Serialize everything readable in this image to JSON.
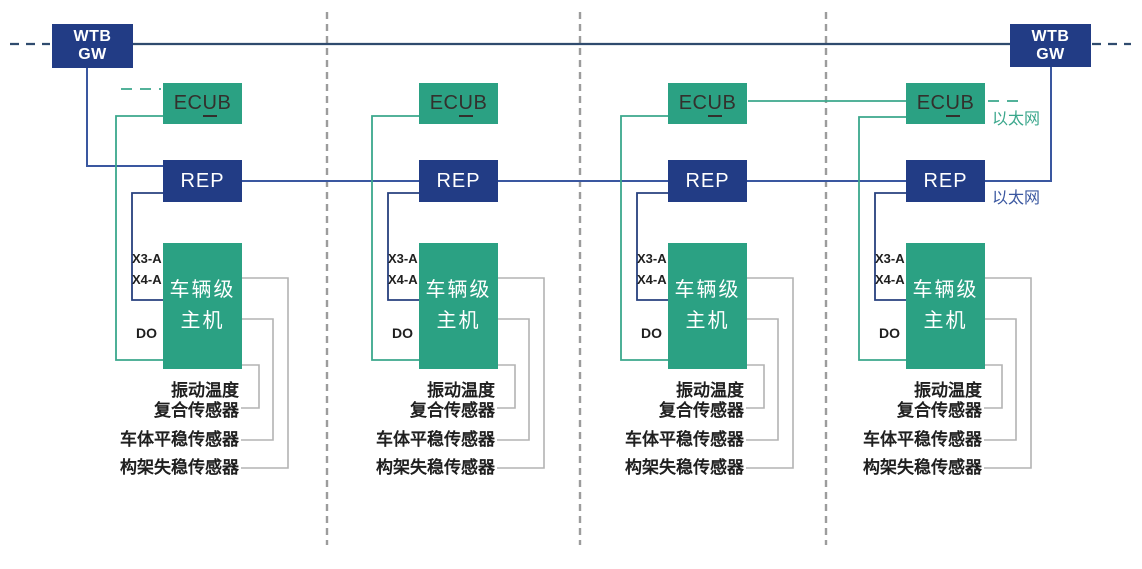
{
  "colors": {
    "navy_box": "#223C85",
    "green_box": "#2BA183",
    "top_bus": "#2F4B6E",
    "rep_bus": "#3A57A0",
    "bracket": "#27407E",
    "green_line": "#3BA78C",
    "gray_line": "#B3B3B3",
    "separator": "#9C9C9C",
    "dark_text": "#1F1F1F",
    "ecub_text": "#33302D",
    "white_text": "#FFFFFF"
  },
  "gateway_left": {
    "line1": "WTB",
    "line2": "GW"
  },
  "gateway_right": {
    "line1": "WTB",
    "line2": "GW"
  },
  "ethernet_green_label": "以太网",
  "ethernet_blue_label": "以太网",
  "cars": [
    {
      "ecub": {
        "pre": "EC",
        "u": "U",
        "post": "B"
      },
      "rep": "REP",
      "host": {
        "line1": "车辆级",
        "line2": "主机"
      },
      "ports": {
        "x3": "X3-A",
        "x4": "X4-A",
        "do": "DO"
      },
      "sensors": {
        "s1_line1": "振动温度",
        "s1_line2": "复合传感器",
        "s2": "车体平稳传感器",
        "s3": "构架失稳传感器"
      }
    },
    {
      "ecub": {
        "pre": "EC",
        "u": "U",
        "post": "B"
      },
      "rep": "REP",
      "host": {
        "line1": "车辆级",
        "line2": "主机"
      },
      "ports": {
        "x3": "X3-A",
        "x4": "X4-A",
        "do": "DO"
      },
      "sensors": {
        "s1_line1": "振动温度",
        "s1_line2": "复合传感器",
        "s2": "车体平稳传感器",
        "s3": "构架失稳传感器"
      }
    },
    {
      "ecub": {
        "pre": "EC",
        "u": "U",
        "post": "B"
      },
      "rep": "REP",
      "host": {
        "line1": "车辆级",
        "line2": "主机"
      },
      "ports": {
        "x3": "X3-A",
        "x4": "X4-A",
        "do": "DO"
      },
      "sensors": {
        "s1_line1": "振动温度",
        "s1_line2": "复合传感器",
        "s2": "车体平稳传感器",
        "s3": "构架失稳传感器"
      }
    },
    {
      "ecub": {
        "pre": "EC",
        "u": "U",
        "post": "B"
      },
      "rep": "REP",
      "host": {
        "line1": "车辆级",
        "line2": "主机"
      },
      "ports": {
        "x3": "X3-A",
        "x4": "X4-A",
        "do": "DO"
      },
      "sensors": {
        "s1_line1": "振动温度",
        "s1_line2": "复合传感器",
        "s2": "车体平稳传感器",
        "s3": "构架失稳传感器"
      }
    }
  ]
}
